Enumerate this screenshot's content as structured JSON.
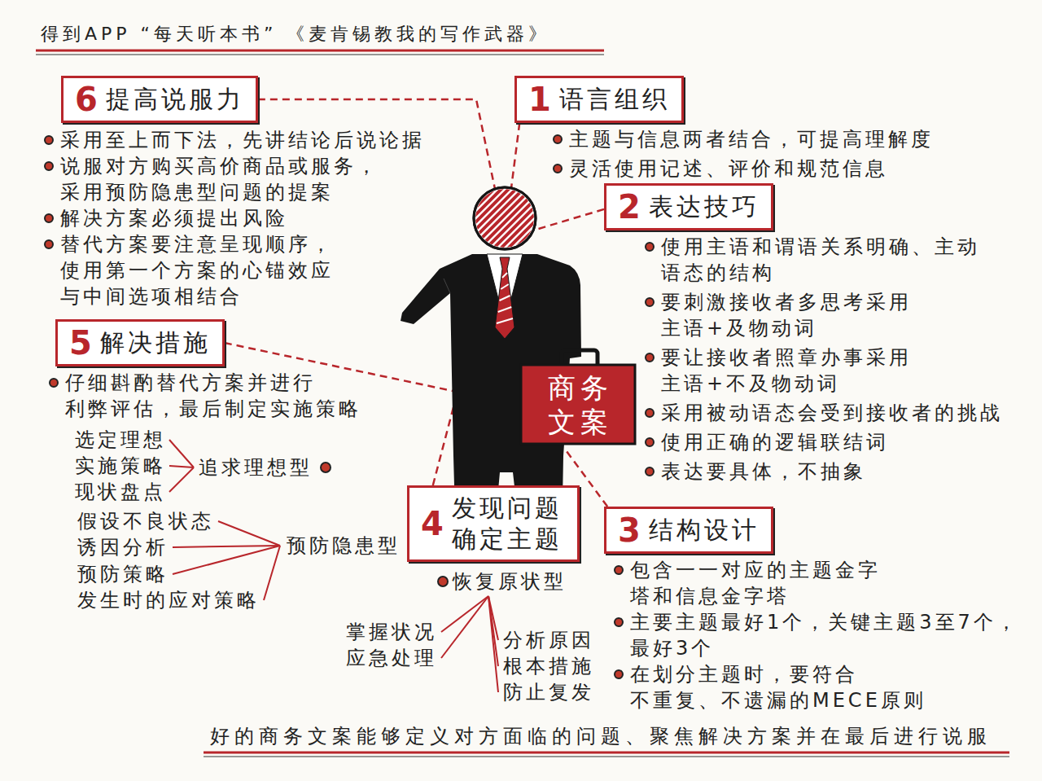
{
  "diagram": {
    "title": "得到APP “每天听本书” 《麦肯锡教我的写作武器》",
    "caption": "好的商务文案能够定义对方面临的问题、聚焦解决方案并在最后进行说服",
    "nodes": [
      {
        "text": [
          "1",
          "语言组织",
          "主题与信息两者结合，可提高理解度",
          "灵活使用记述、评价和规范信息"
        ]
      },
      {
        "text": [
          "2",
          "表达技巧",
          "使用主语和谓语关系明确、主动 语态的结构",
          "要刺激接收者多思考采用 主语+及物动词",
          "要让接收者照章办事采用 主语+不及物动词",
          "采用被动语态会受到接收者的挑战",
          "使用正确的逻辑联结词",
          "表达要具体，不抽象"
        ]
      },
      {
        "text": [
          "3",
          "结构设计",
          "包含一一对应的主题金字 塔和信息金字塔",
          "主要主题最好1个，关键主题3至7个， 最好3个",
          "在划分主题时，要符合 不重复、不遗漏的MECE原则"
        ]
      },
      {
        "text": [
          "4",
          "发现问题确定主题"
        ]
      },
      {
        "text": [
          "5",
          "解决措施",
          "仔细斟酌替代方案并进行 利弊评估，最后制定实施策略"
        ]
      },
      {
        "text": [
          "6",
          "提高说服力",
          "采用至上而下法，先讲结论后说论据",
          "说服对方购买高价商品或服务， 采用预防隐患型问题的提案",
          "解决方案必须提出风险",
          "替代方案要注意呈现顺序， 使用第一个方案的心锚效应 与中间选项相结合"
        ]
      },
      {
        "text": [
          "商务 文案"
        ]
      }
    ],
    "edges": [
      {
        "from": 0,
        "to": 6,
        "arrow": "none"
      },
      {
        "from": 1,
        "to": 6,
        "arrow": "none"
      },
      {
        "from": 2,
        "to": 6,
        "arrow": "none"
      },
      {
        "from": 3,
        "to": 6,
        "arrow": "none"
      },
      {
        "from": 4,
        "to": 6,
        "arrow": "none"
      },
      {
        "from": 5,
        "to": 6,
        "arrow": "none"
      }
    ],
    "labels": [
      "追求理想型",
      "选定理想",
      "实施策略",
      "现状盘点",
      "预防隐患型",
      "假设不良状态",
      "诱因分析",
      "预防策略",
      "发生时的应对策略",
      "恢复原状型",
      "掌握状况",
      "应急处理",
      "分析原因",
      "根本措施",
      "防止复发"
    ]
  }
}
